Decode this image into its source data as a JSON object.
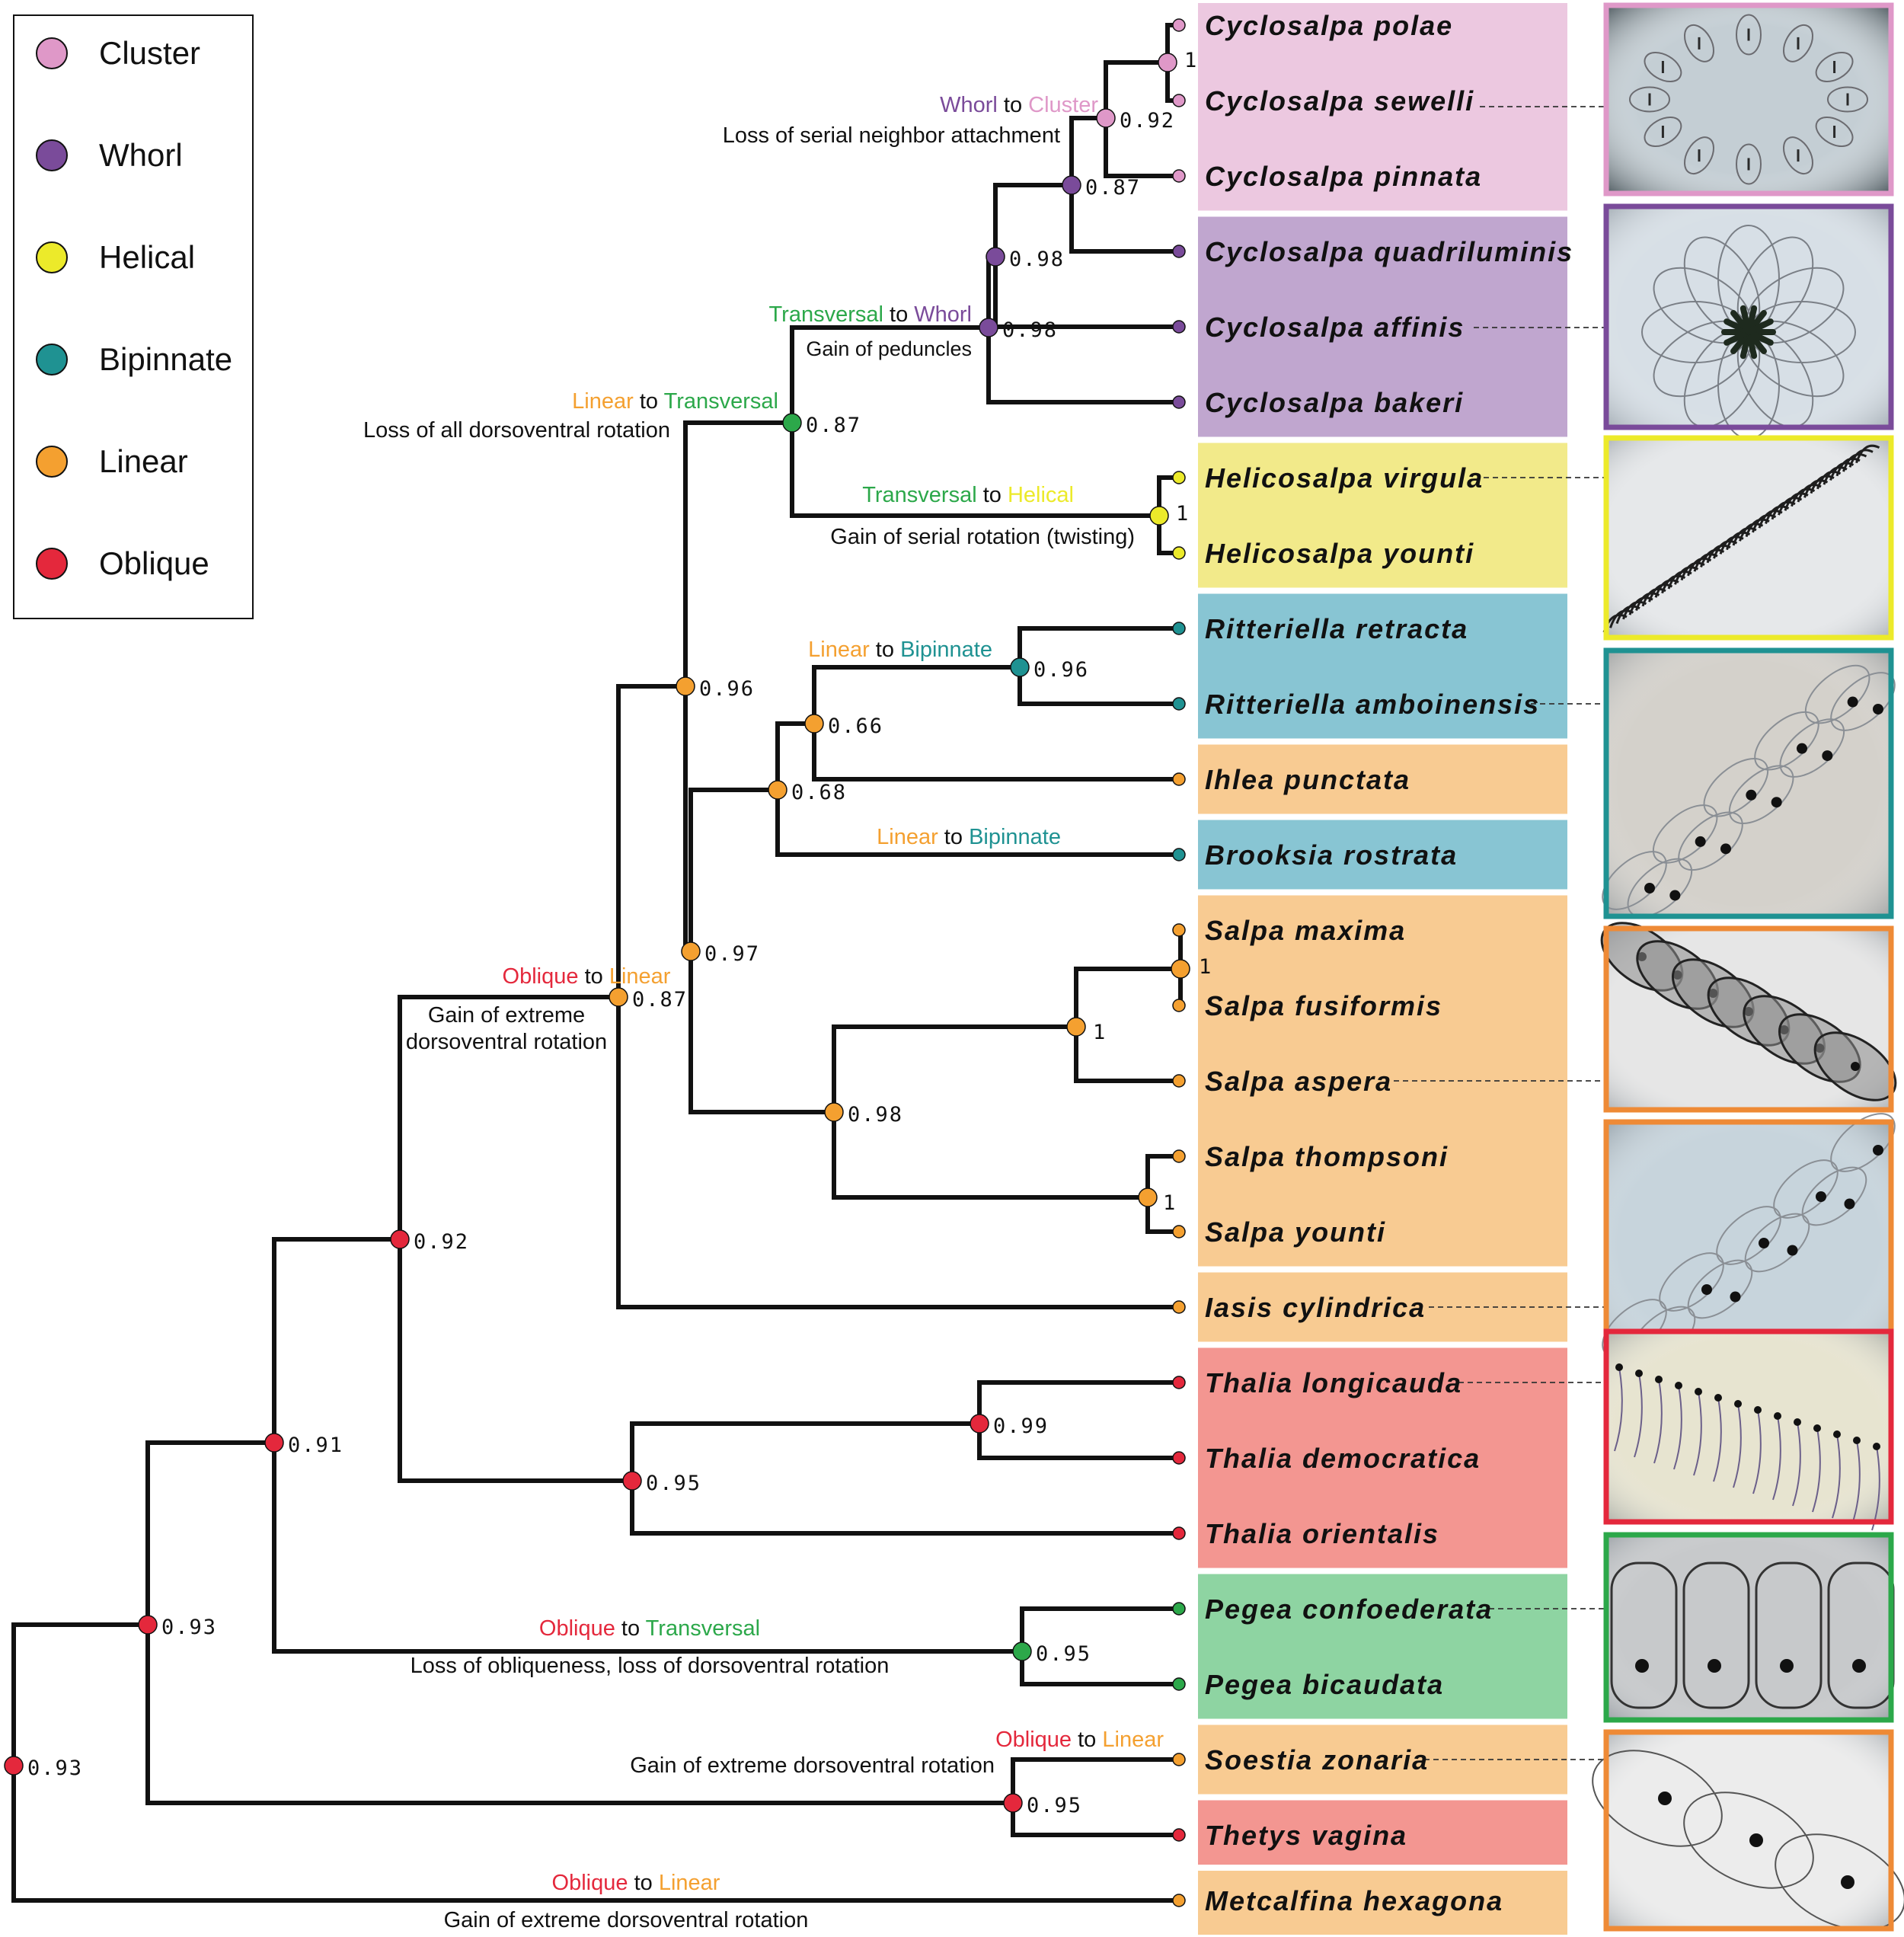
{
  "colors": {
    "Cluster": "#df98c8",
    "Whorl": "#7a4b9a",
    "Helical": "#ecea2a",
    "Bipinnate": "#1f9292",
    "Linear": "#f4a030",
    "Oblique": "#e4283c",
    "Transversal": "#2ca84a"
  },
  "band_colors": {
    "Cluster": "#ecc8e0",
    "Whorl": "#c0a6cf",
    "Helical": "#f2ea8a",
    "Bipinnate": "#88c5d3",
    "Linear": "#f8cb92",
    "Oblique": "#f39691",
    "Transversal": "#8ed4a2"
  },
  "legend": [
    {
      "label": "Cluster",
      "state": "Cluster"
    },
    {
      "label": "Whorl",
      "state": "Whorl"
    },
    {
      "label": "Helical",
      "state": "Helical"
    },
    {
      "label": "Bipinnate",
      "state": "Bipinnate"
    },
    {
      "label": "Linear",
      "state": "Linear"
    },
    {
      "label": "Oblique",
      "state": "Oblique"
    }
  ],
  "taxa": [
    {
      "name": "Cyclosalpa polae",
      "state": "Cluster"
    },
    {
      "name": "Cyclosalpa sewelli",
      "state": "Cluster"
    },
    {
      "name": "Cyclosalpa pinnata",
      "state": "Cluster"
    },
    {
      "name": "Cyclosalpa quadriluminis",
      "state": "Whorl"
    },
    {
      "name": "Cyclosalpa affinis",
      "state": "Whorl"
    },
    {
      "name": "Cyclosalpa bakeri",
      "state": "Whorl"
    },
    {
      "name": "Helicosalpa virgula",
      "state": "Helical"
    },
    {
      "name": "Helicosalpa younti",
      "state": "Helical"
    },
    {
      "name": "Ritteriella retracta",
      "state": "Bipinnate"
    },
    {
      "name": "Ritteriella amboinensis",
      "state": "Bipinnate"
    },
    {
      "name": "Ihlea punctata",
      "state": "Linear"
    },
    {
      "name": "Brooksia rostrata",
      "state": "Bipinnate"
    },
    {
      "name": "Salpa maxima",
      "state": "Linear"
    },
    {
      "name": "Salpa fusiformis",
      "state": "Linear"
    },
    {
      "name": "Salpa aspera",
      "state": "Linear"
    },
    {
      "name": "Salpa thompsoni",
      "state": "Linear"
    },
    {
      "name": "Salpa younti",
      "state": "Linear"
    },
    {
      "name": "Iasis cylindrica",
      "state": "Linear"
    },
    {
      "name": "Thalia longicauda",
      "state": "Oblique"
    },
    {
      "name": "Thalia democratica",
      "state": "Oblique"
    },
    {
      "name": "Thalia orientalis",
      "state": "Oblique"
    },
    {
      "name": "Pegea confoederata",
      "state": "Transversal"
    },
    {
      "name": "Pegea bicaudata",
      "state": "Transversal"
    },
    {
      "name": "Soestia zonaria",
      "state": "Linear"
    },
    {
      "name": "Thetys vagina",
      "state": "Oblique"
    },
    {
      "name": "Metcalfina hexagona",
      "state": "Linear"
    }
  ],
  "nodes": [
    {
      "id": "root",
      "state": "Oblique",
      "support": "0.93",
      "children": [
        "n093b",
        "t25"
      ]
    },
    {
      "id": "n093b",
      "state": "Oblique",
      "support": "0.93",
      "children": [
        "n091",
        "n095st"
      ]
    },
    {
      "id": "n091",
      "state": "Oblique",
      "support": "0.91",
      "children": [
        "n092",
        "n095pe"
      ]
    },
    {
      "id": "n092",
      "state": "Oblique",
      "support": "0.92",
      "children": [
        "n087L",
        "n095th"
      ]
    },
    {
      "id": "n087L",
      "state": "Linear",
      "support": "0.87",
      "children": [
        "n096",
        "t17"
      ]
    },
    {
      "id": "n096",
      "state": "Linear",
      "support": "0.96",
      "children": [
        "n087T",
        "n097"
      ]
    },
    {
      "id": "n087T",
      "state": "Transversal",
      "support": "0.87",
      "children": [
        "n098w",
        "nhel"
      ]
    },
    {
      "id": "n098w",
      "state": "Whorl",
      "support": "0.98",
      "children": [
        "n098u",
        "t5"
      ]
    },
    {
      "id": "n098u",
      "state": "Whorl",
      "support": "0.98",
      "children": [
        "n087c",
        "t4"
      ]
    },
    {
      "id": "n087c",
      "state": "Whorl",
      "support": "0.87",
      "children": [
        "n092c",
        "t3"
      ]
    },
    {
      "id": "n092c",
      "state": "Cluster",
      "support": "0.92",
      "children": [
        "n1c",
        "t2"
      ]
    },
    {
      "id": "n1c",
      "state": "Cluster",
      "support": "1",
      "children": [
        "t0",
        "t1"
      ]
    },
    {
      "id": "nhel",
      "state": "Helical",
      "support": "1",
      "children": [
        "t6",
        "t7"
      ]
    },
    {
      "id": "n097",
      "state": "Linear",
      "support": "0.97",
      "children": [
        "n068",
        "n098s"
      ]
    },
    {
      "id": "n068",
      "state": "Linear",
      "support": "0.68",
      "children": [
        "n066",
        "t11"
      ]
    },
    {
      "id": "n066",
      "state": "Linear",
      "support": "0.66",
      "children": [
        "n096b",
        "t10"
      ]
    },
    {
      "id": "n096b",
      "state": "Bipinnate",
      "support": "0.96",
      "children": [
        "t8",
        "t9"
      ]
    },
    {
      "id": "n098s",
      "state": "Linear",
      "support": "0.98",
      "children": [
        "n1sa",
        "n1sb"
      ]
    },
    {
      "id": "n1sa",
      "state": "Linear",
      "support": "1",
      "children": [
        "n1sm",
        "t14"
      ]
    },
    {
      "id": "n1sm",
      "state": "Linear",
      "support": "1",
      "children": [
        "t12",
        "t13"
      ]
    },
    {
      "id": "n1sb",
      "state": "Linear",
      "support": "1",
      "children": [
        "t15",
        "t16"
      ]
    },
    {
      "id": "n095th",
      "state": "Oblique",
      "support": "0.95",
      "children": [
        "n099",
        "t20"
      ]
    },
    {
      "id": "n099",
      "state": "Oblique",
      "support": "0.99",
      "children": [
        "t18",
        "t19"
      ]
    },
    {
      "id": "n095pe",
      "state": "Transversal",
      "support": "0.95",
      "children": [
        "t21",
        "t22"
      ]
    },
    {
      "id": "n095st",
      "state": "Oblique",
      "support": "0.95",
      "children": [
        "t23",
        "t24"
      ]
    }
  ],
  "transitions": [
    {
      "from": "Whorl",
      "to": "Cluster",
      "joiner": "to",
      "note": "Loss of serial neighbor attachment"
    },
    {
      "from": "Transversal",
      "to": "Whorl",
      "joiner": "to",
      "note": "Gain of peduncles"
    },
    {
      "from": "Linear",
      "to": "Transversal",
      "joiner": "to",
      "note": "Loss of all dorsoventral rotation"
    },
    {
      "from": "Transversal",
      "to": "Helical",
      "joiner": "to",
      "note": "Gain of serial rotation (twisting)"
    },
    {
      "from": "Linear",
      "to": "Bipinnate",
      "joiner": "to",
      "note": ""
    },
    {
      "from": "Linear",
      "to": "Bipinnate",
      "joiner": "to",
      "note": ""
    },
    {
      "from": "Oblique",
      "to": "Linear",
      "joiner": "to",
      "note": "Gain of extreme",
      "note2": "dorsoventral rotation"
    },
    {
      "from": "Oblique",
      "to": "Transversal",
      "joiner": "to",
      "note": "Loss of obliqueness, loss of dorsoventral rotation"
    },
    {
      "from": "Oblique",
      "to": "Linear",
      "joiner": "to",
      "note": "Gain of extreme dorsoventral rotation"
    },
    {
      "from": "Oblique",
      "to": "Linear",
      "joiner": "to",
      "note": "Gain of extreme dorsoventral rotation"
    }
  ],
  "photos": [
    {
      "frame": "Cluster",
      "tint": "#c4ced4",
      "kind": "ring"
    },
    {
      "frame": "Whorl",
      "tint": "#d7dfe6",
      "kind": "whorl"
    },
    {
      "frame": "Helical",
      "tint": "#e6e8ea",
      "kind": "helix"
    },
    {
      "frame": "Bipinnate",
      "tint": "#d4d1cb",
      "kind": "chainDots"
    },
    {
      "frame": "Linear",
      "tint": "#e6e6e6",
      "kind": "thickChain"
    },
    {
      "frame": "Linear",
      "tint": "#c7d4dc",
      "kind": "chainDots2"
    },
    {
      "frame": "Oblique",
      "tint": "#e7e4d0",
      "kind": "oblique"
    },
    {
      "frame": "Transversal",
      "tint": "#c7c9cb",
      "kind": "pegea"
    },
    {
      "frame": "Linear",
      "tint": "#ececec",
      "kind": "soestia"
    }
  ]
}
